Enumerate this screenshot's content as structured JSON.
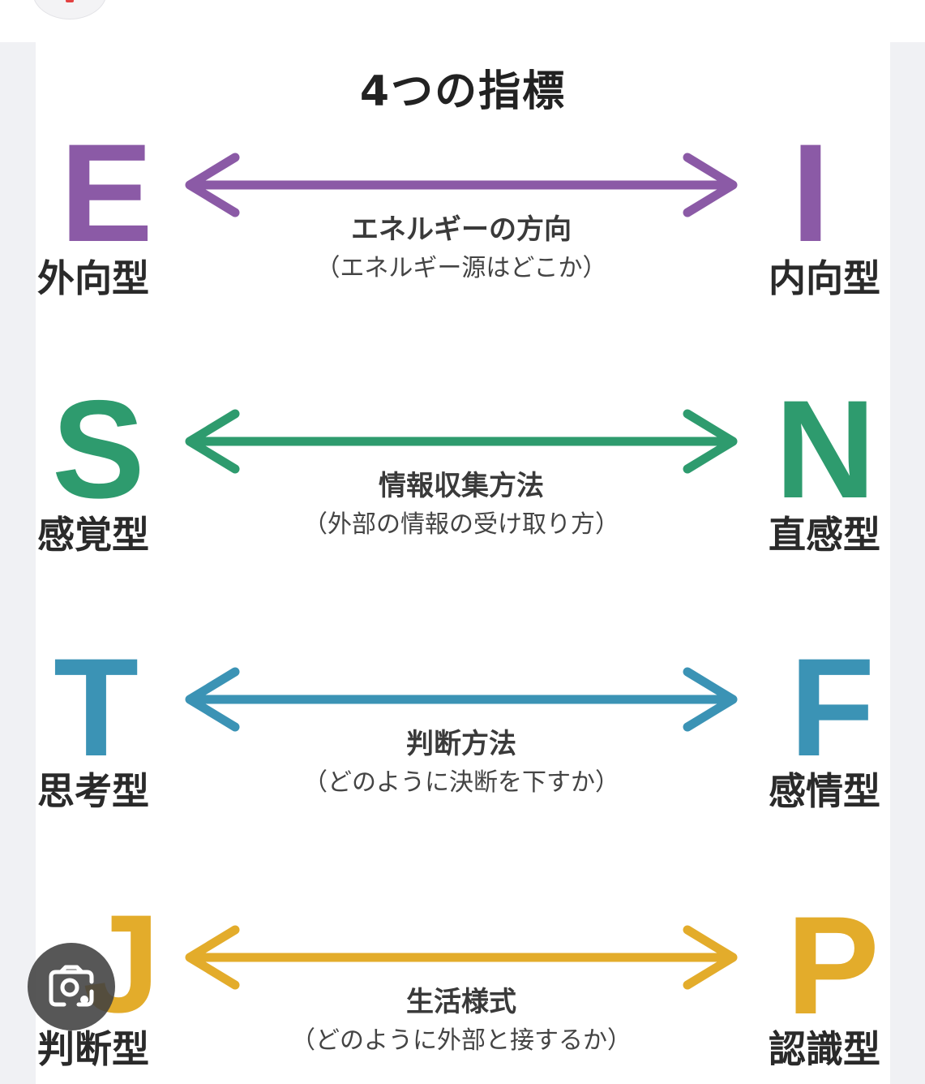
{
  "diagram": {
    "title": "4つの指標",
    "rows": [
      {
        "left_letter": "E",
        "left_label": "外向型",
        "right_letter": "I",
        "right_label": "内向型",
        "axis_name": "エネルギーの方向",
        "axis_desc": "（エネルギー源はどこか）",
        "color": "#8b5aa6"
      },
      {
        "left_letter": "S",
        "left_label": "感覚型",
        "right_letter": "N",
        "right_label": "直感型",
        "axis_name": "情報収集方法",
        "axis_desc": "（外部の情報の受け取り方）",
        "color": "#2e9b6e"
      },
      {
        "left_letter": "T",
        "left_label": "思考型",
        "right_letter": "F",
        "right_label": "感情型",
        "axis_name": "判断方法",
        "axis_desc": "（どのように決断を下すか）",
        "color": "#3b93b5"
      },
      {
        "left_letter": "J",
        "left_label": "判断型",
        "right_letter": "P",
        "right_label": "認識型",
        "axis_name": "生活様式",
        "axis_desc": "（どのように外部と接するか）",
        "color": "#e3ac2b"
      }
    ]
  },
  "ui": {
    "lens_button_icon": "camera-search-icon"
  }
}
